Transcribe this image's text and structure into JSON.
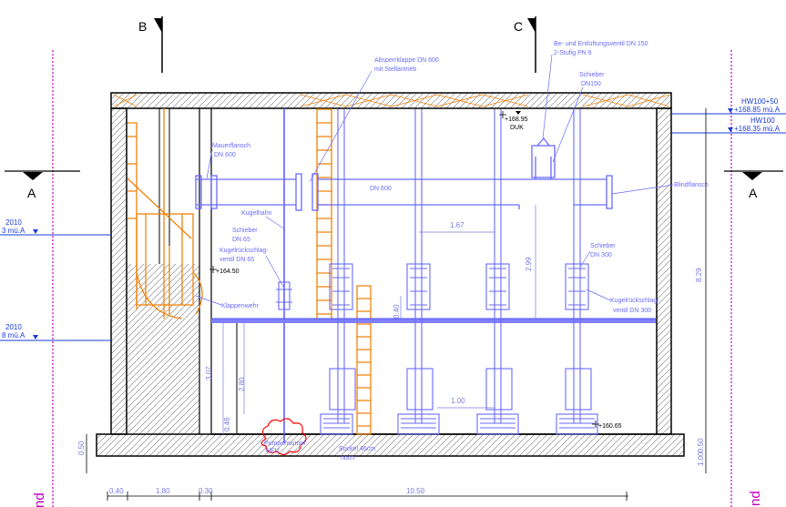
{
  "sections": {
    "b": "B",
    "c": "C",
    "a_left": "A",
    "a_right": "A"
  },
  "labels": {
    "absperrklappe_1": "Absperrklappe DN 600",
    "absperrklappe_2": "mit Stellantrieb",
    "beluft_1": "Be- und Entlüftungsventil DN 150",
    "beluft_2": "2-Stufig PN 6",
    "schieber_top_1": "Schieber",
    "schieber_top_2": "DN150",
    "mauerflansch_1": "Mauerflansch",
    "mauerflansch_2": "DN 600",
    "dn600": "DN 600",
    "blindflansch": "Blindflansch",
    "kugelhahn": "Kugelhahn",
    "schieber65_1": "Schieber",
    "schieber65_2": "DN 65",
    "kugelrueck65_1": "Kugelrückschlag-",
    "kugelrueck65_2": "ventil DN 65",
    "schieber300_1": "Schieber",
    "schieber300_2": "DN 300",
    "kugelrueck300_1": "Kugelrückschlag-",
    "kugelrueck300_2": "ventil DN 300",
    "klappenwehr": "Klappenwehr",
    "pumpensumpf_1": "Pumpensumpf",
    "pumpensumpf_2": "NEU",
    "sockel_1": "Sockel 46cm",
    "sockel_2": "hoch"
  },
  "levels": {
    "duk": "+168.95",
    "duk_label": "DUK",
    "hw100_50": "HW100+50",
    "hw100_50_val": "+168.85  mü.A",
    "hw100": "HW100",
    "hw100_val": "+168.35  mü.A",
    "weir": "+164.50",
    "sockel": "+160.65",
    "left_year_1": "2010",
    "left_val_1": "3  mü.A",
    "left_year_2": "2010",
    "left_val_2": "8  mü.A"
  },
  "dims": {
    "d167": "1.67",
    "d299": "2.99",
    "d040": "0.40",
    "d100": "1.00",
    "d307": "3.07",
    "d280": "2.80",
    "d046": "0.46",
    "d829": "8.29",
    "d050": "0.50",
    "d100b": "1.00",
    "d050b": "0.50",
    "b040": "0.40",
    "b180": "1.80",
    "b030": "0.30",
    "b1050": "10.50"
  },
  "edge_letters": {
    "left": "nd",
    "right": "nd"
  },
  "colors": {
    "wall": "#000000",
    "pipe": "#6a6aff",
    "dim": "#7a7adf",
    "ladder": "#f0820a",
    "border": "#c000c0",
    "sump": "#ff0000",
    "level": "#1a3cd6"
  }
}
